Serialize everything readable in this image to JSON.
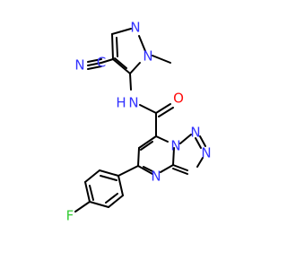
{
  "molecule": {
    "atoms": [
      {
        "id": "n_nitrile",
        "label": "N",
        "color": "#3232ff"
      },
      {
        "id": "c_nitrile",
        "label": "C",
        "color": "#3232ff"
      },
      {
        "id": "n_pyr1",
        "label": "N",
        "color": "#3232ff"
      },
      {
        "id": "n_pyr2",
        "label": "N",
        "color": "#3232ff"
      },
      {
        "id": "n_amide",
        "label": "N",
        "color": "#3232ff"
      },
      {
        "id": "h_amide",
        "label": "H",
        "color": "#3232ff"
      },
      {
        "id": "o_carbonyl",
        "label": "O",
        "color": "#ff0d0d"
      },
      {
        "id": "n_trz1",
        "label": "N",
        "color": "#3232ff"
      },
      {
        "id": "n_trz2",
        "label": "N",
        "color": "#3232ff"
      },
      {
        "id": "n_trz3",
        "label": "N",
        "color": "#3232ff"
      },
      {
        "id": "n_pym",
        "label": "N",
        "color": "#3232ff"
      },
      {
        "id": "f_fluoro",
        "label": "F",
        "color": "#33cc33"
      }
    ]
  }
}
